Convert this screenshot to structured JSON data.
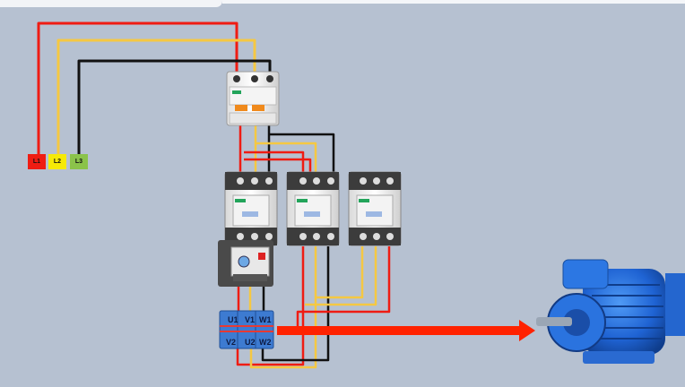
{
  "phases": [
    {
      "label": "L1",
      "color": "#ef1c13",
      "text_color": "#111111"
    },
    {
      "label": "L2",
      "color": "#f6ea06",
      "text_color": "#111111"
    },
    {
      "label": "L3",
      "color": "#8bc34a",
      "text_color": "#111111"
    }
  ],
  "terminals": {
    "top": [
      "U1",
      "V1",
      "W1"
    ],
    "bottom": [
      "V2",
      "U2",
      "W2"
    ]
  },
  "colors": {
    "background": "#b6c1d1",
    "wire_l1": "#ef1c13",
    "wire_l2": "#f5c842",
    "wire_l3": "#111111",
    "arrow": "#ff2200",
    "motor": "#1f63d3"
  }
}
